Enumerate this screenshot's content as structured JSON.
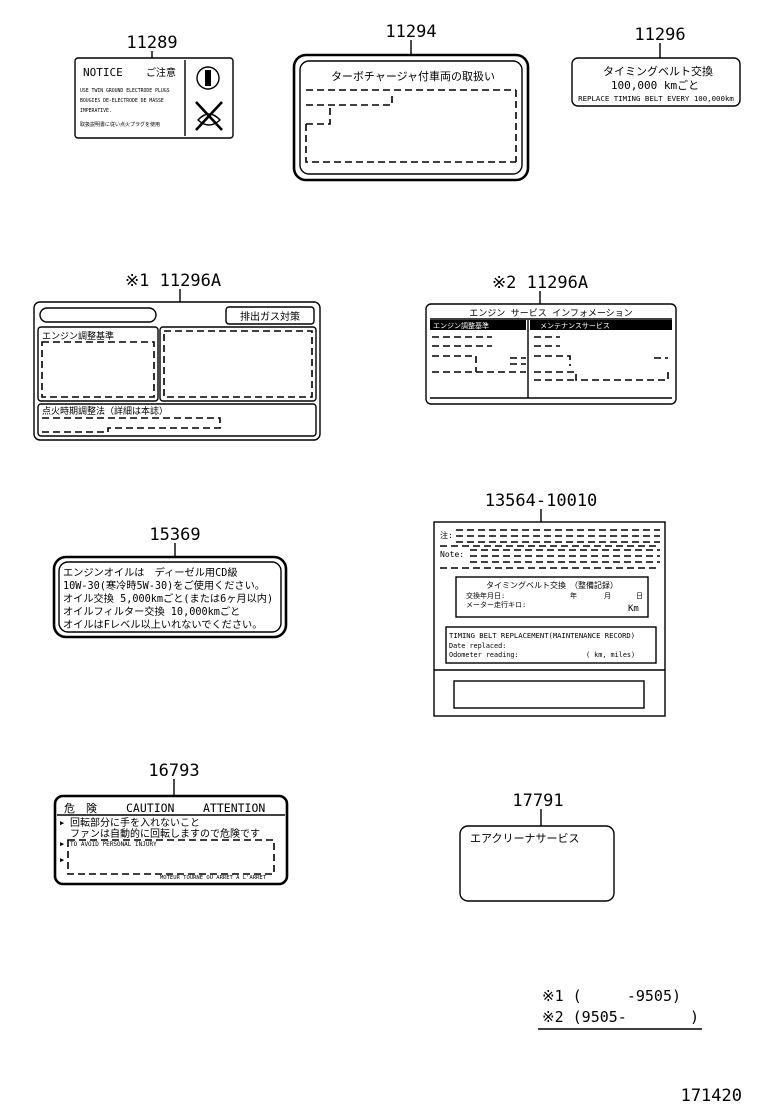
{
  "labels": {
    "l11289": {
      "part_no": "11289",
      "header": "NOTICE",
      "header_jp": "ご注意",
      "lines": [
        "USE TWIN GROUND ELECTRODE PLUGS",
        "BOUGIES DE-ELECTRODE DE MASSE",
        "IMPERATIVE.",
        "取扱説明書に従い点火プラグを使用"
      ]
    },
    "l11294": {
      "part_no": "11294",
      "title": "ターボチャージャ付車両の取扱い"
    },
    "l11296": {
      "part_no": "11296",
      "line1": "タイミングベルト交換",
      "line2": "100,000 kmごと",
      "line3": "REPLACE TIMING BELT EVERY 100,000km"
    },
    "l11296a1": {
      "part_no": "※1 11296A",
      "tag": "排出ガス対策",
      "left_title": "エンジン調整基準",
      "bottom_title": "点火時期調整法（詳細は本誌）"
    },
    "l11296a2": {
      "part_no": "※2 11296A",
      "title": "エンジン サービス インフォメーション",
      "col1": "エンジン調整基準",
      "col2": "メンテナンスサービス"
    },
    "l15369": {
      "part_no": "15369",
      "lines": [
        "エンジンオイルは　ディーゼル用CD級",
        "10W-30(寒冷時5W-30)をご使用ください。",
        " オイル交換 5,000kmごと(または6ヶ月以内)",
        " オイルフィルター交換 10,000kmごと",
        "オイルはFレベル以上いれないでください。"
      ]
    },
    "l13564": {
      "part_no": "13564-10010",
      "note_a": "注:",
      "note_b": "Note:",
      "jp_title": "タイミングベルト交換　（整備記録）",
      "jp_date_label": "交換年月日:",
      "jp_year": "年",
      "jp_month": "月",
      "jp_day": "日",
      "jp_odo_label": "メーター走行キロ:",
      "jp_km": "Km",
      "en_title": "TIMING BELT REPLACEMENT(MAINTENANCE RECORD)",
      "en_date": "Date replaced:",
      "en_odo": "Odometer reading:",
      "en_units": "( km, miles)"
    },
    "l16793": {
      "part_no": "16793",
      "header_jp": "危　険",
      "header_caution": "CAUTION",
      "header_attention": "ATTENTION",
      "line1": "回転部分に手を入れないこと",
      "line2": "ファンは自動的に回転しますので危険です",
      "line3": "TO AVOID PERSONAL INJURY",
      "line4": "MOTEUR TOURNE OU ARRET A L'ARRET"
    },
    "l17791": {
      "part_no": "17791",
      "text": "エアクリーナサービス"
    }
  },
  "footnotes": {
    "n1": "※1 (     -9505)",
    "n2": "※2 (9505-       )"
  },
  "diagram_id": "171420"
}
